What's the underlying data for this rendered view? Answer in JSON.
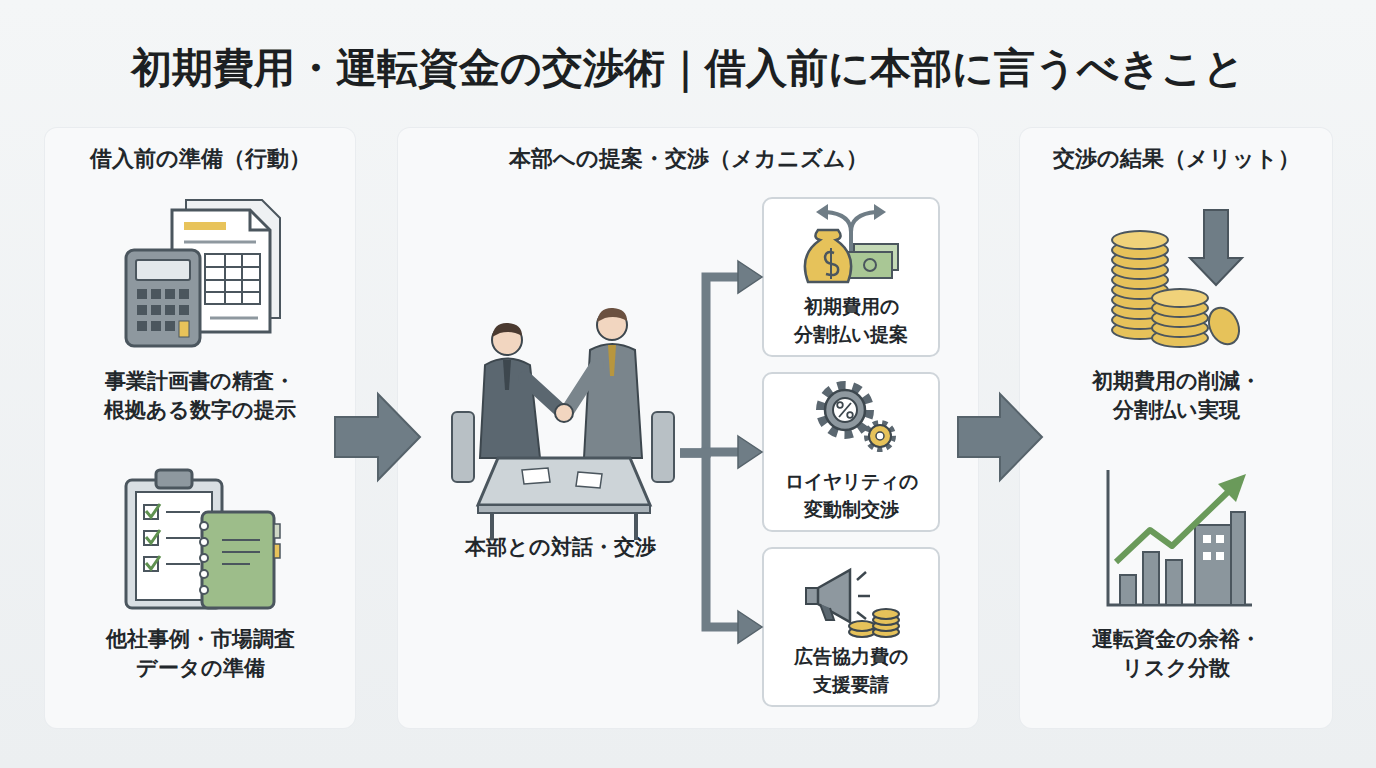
{
  "diagram": {
    "title": "初期費用・運転資金の交渉術｜借入前に本部に言うべきこと",
    "nodes": [
      {
        "text": [
          "借入前の準備（行動）"
        ]
      },
      {
        "text": [
          "事業計画書の精査・ 根拠ある数字の提示"
        ],
        "in": 0
      },
      {
        "text": [
          "他社事例・市場調査 データの準備"
        ],
        "in": 0
      },
      {
        "text": [
          "本部への提案・交渉（メカニズム）"
        ]
      },
      {
        "text": [
          "本部との対話・交渉"
        ],
        "in": 3
      },
      {
        "text": [
          "初期費用の 分割払い提案"
        ],
        "in": 3
      },
      {
        "text": [
          "ロイヤリティの 変動制交渉"
        ],
        "in": 3
      },
      {
        "text": [
          "広告協力費の 支援要請"
        ],
        "in": 3
      },
      {
        "text": [
          "交渉の結果（メリット）"
        ]
      },
      {
        "text": [
          "初期費用の削減・ 分割払い実現"
        ],
        "in": 8
      },
      {
        "text": [
          "運転資金の余裕・ リスク分散"
        ],
        "in": 8
      }
    ],
    "edges": [
      {
        "from": 0,
        "to": 3,
        "arrow": "to"
      },
      {
        "from": 3,
        "to": 8,
        "arrow": "to"
      },
      {
        "from": 4,
        "to": 5,
        "arrow": "to"
      },
      {
        "from": 4,
        "to": 6,
        "arrow": "to"
      },
      {
        "from": 4,
        "to": 7,
        "arrow": "to"
      }
    ]
  }
}
